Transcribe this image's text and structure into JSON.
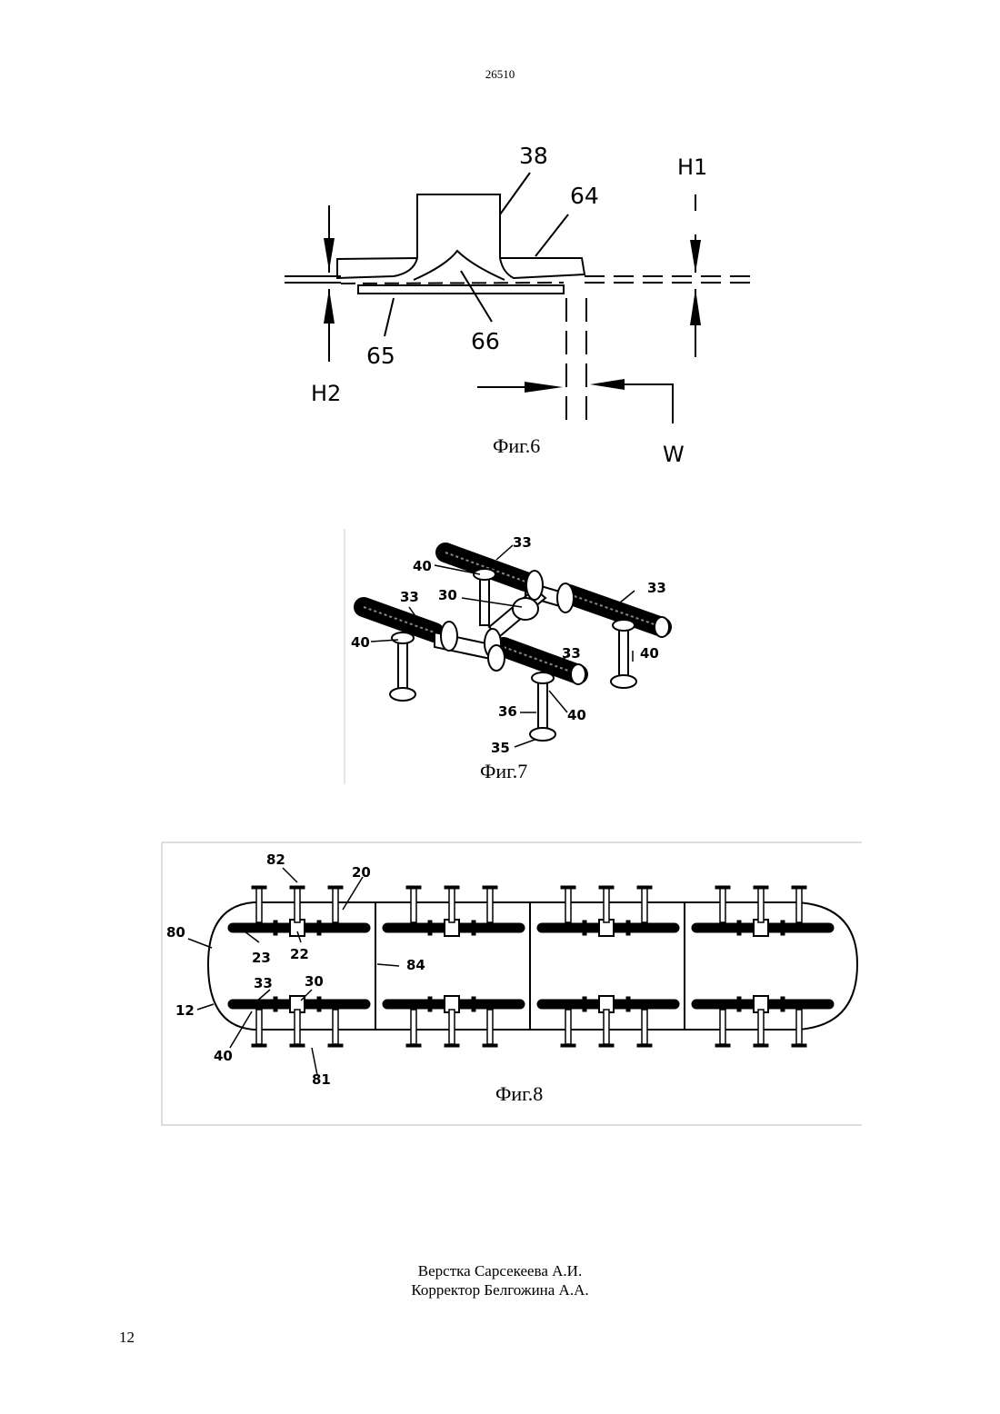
{
  "header": {
    "doc_number": "26510"
  },
  "fig6": {
    "caption": "Фиг.6",
    "labels": {
      "l38": "38",
      "l64": "64",
      "l66": "66",
      "l65": "65",
      "h1": "H1",
      "h2": "H2",
      "w": "W"
    }
  },
  "fig7": {
    "caption": "Фиг.7",
    "labels": {
      "l33a": "33",
      "l33b": "33",
      "l33c": "33",
      "l33d": "33",
      "l40a": "40",
      "l40b": "40",
      "l40c": "40",
      "l40d": "40",
      "l30": "30",
      "l36": "36",
      "l35": "35"
    }
  },
  "fig8": {
    "caption": "Фиг.8",
    "labels": {
      "l82": "82",
      "l20": "20",
      "l80": "80",
      "l23": "23",
      "l22": "22",
      "l84": "84",
      "l33": "33",
      "l30": "30",
      "l12": "12",
      "l40": "40",
      "l81": "81"
    }
  },
  "footer": {
    "line1": "Верстка Сарсекеева А.И.",
    "line2": "Корректор Белгожина А.А."
  },
  "page_number": "12"
}
